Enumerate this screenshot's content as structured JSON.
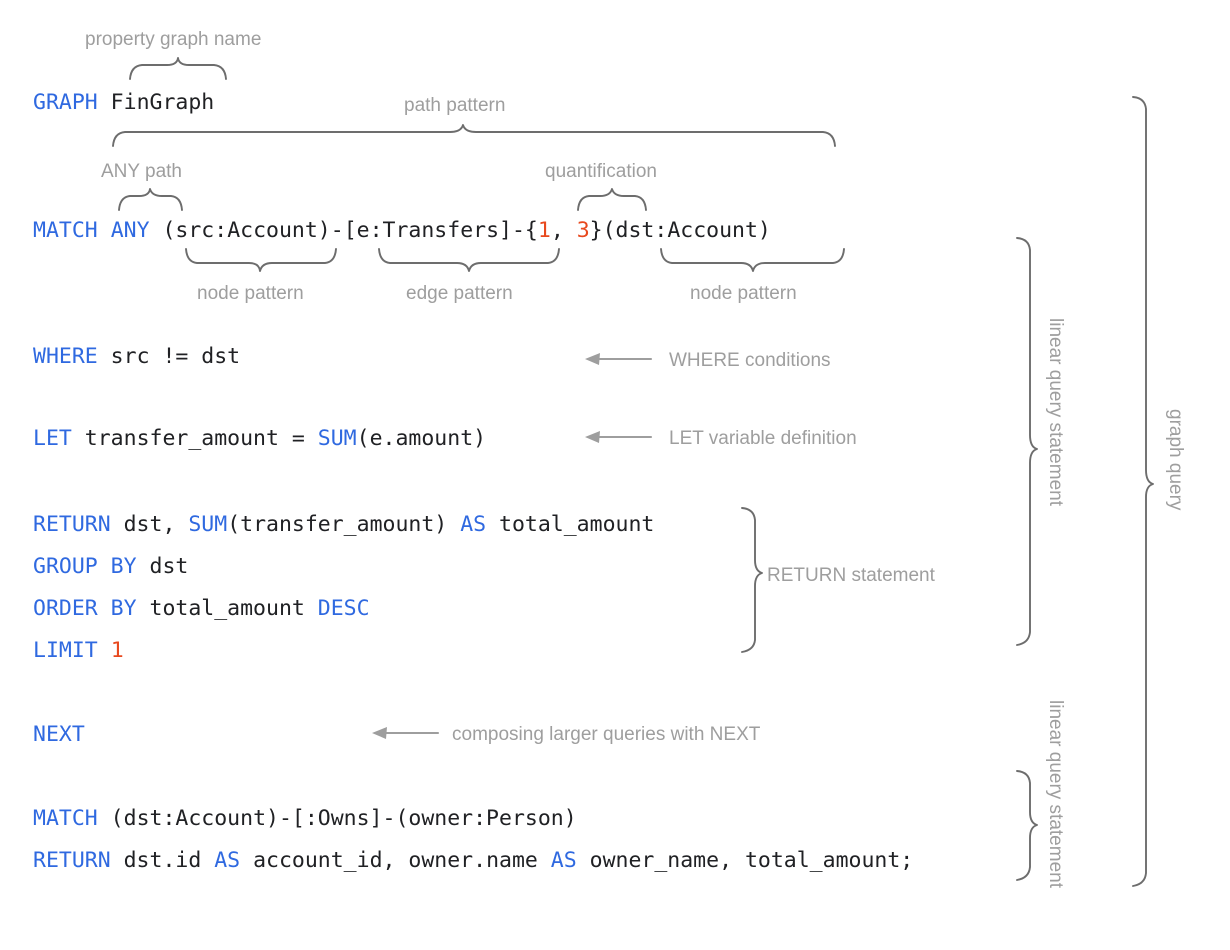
{
  "meta": {
    "background": "#ffffff",
    "keyword_color": "#2f69e0",
    "number_color": "#e8491e",
    "code_color": "#202124",
    "annotation_color": "#9e9e9e",
    "brace_color": "#6d6d6d"
  },
  "code_lines": [
    {
      "id": "line-graph",
      "tokens": [
        {
          "t": "GRAPH",
          "k": "kw"
        },
        {
          "t": " FinGraph",
          "k": "plain"
        }
      ]
    },
    {
      "id": "line-match-1",
      "tokens": [
        {
          "t": "MATCH",
          "k": "kw"
        },
        {
          "t": " ",
          "k": "plain"
        },
        {
          "t": "ANY",
          "k": "kw"
        },
        {
          "t": " (src:Account)-[e:Transfers]-{",
          "k": "plain"
        },
        {
          "t": "1",
          "k": "num"
        },
        {
          "t": ", ",
          "k": "plain"
        },
        {
          "t": "3",
          "k": "num"
        },
        {
          "t": "}(dst:Account)",
          "k": "plain"
        }
      ]
    },
    {
      "id": "line-where",
      "tokens": [
        {
          "t": "WHERE",
          "k": "kw"
        },
        {
          "t": " src != dst",
          "k": "plain"
        }
      ]
    },
    {
      "id": "line-let",
      "tokens": [
        {
          "t": "LET",
          "k": "kw"
        },
        {
          "t": " transfer_amount = ",
          "k": "plain"
        },
        {
          "t": "SUM",
          "k": "kw"
        },
        {
          "t": "(e.amount)",
          "k": "plain"
        }
      ]
    },
    {
      "id": "line-return-1",
      "tokens": [
        {
          "t": "RETURN",
          "k": "kw"
        },
        {
          "t": " dst, ",
          "k": "plain"
        },
        {
          "t": "SUM",
          "k": "kw"
        },
        {
          "t": "(transfer_amount) ",
          "k": "plain"
        },
        {
          "t": "AS",
          "k": "kw"
        },
        {
          "t": " total_amount",
          "k": "plain"
        }
      ]
    },
    {
      "id": "line-groupby",
      "tokens": [
        {
          "t": "GROUP BY",
          "k": "kw"
        },
        {
          "t": " dst",
          "k": "plain"
        }
      ]
    },
    {
      "id": "line-orderby",
      "tokens": [
        {
          "t": "ORDER BY",
          "k": "kw"
        },
        {
          "t": " total_amount ",
          "k": "plain"
        },
        {
          "t": "DESC",
          "k": "kw"
        }
      ]
    },
    {
      "id": "line-limit",
      "tokens": [
        {
          "t": "LIMIT",
          "k": "kw"
        },
        {
          "t": " ",
          "k": "plain"
        },
        {
          "t": "1",
          "k": "num"
        }
      ]
    },
    {
      "id": "line-next",
      "tokens": [
        {
          "t": "NEXT",
          "k": "kw"
        }
      ]
    },
    {
      "id": "line-match-2",
      "tokens": [
        {
          "t": "MATCH",
          "k": "kw"
        },
        {
          "t": " (dst:Account)-[:Owns]-(owner:Person)",
          "k": "plain"
        }
      ]
    },
    {
      "id": "line-return-2",
      "tokens": [
        {
          "t": "RETURN",
          "k": "kw"
        },
        {
          "t": " dst.id ",
          "k": "plain"
        },
        {
          "t": "AS",
          "k": "kw"
        },
        {
          "t": " account_id, owner.name ",
          "k": "plain"
        },
        {
          "t": "AS",
          "k": "kw"
        },
        {
          "t": " owner_name, total_amount;",
          "k": "plain"
        }
      ]
    }
  ],
  "annotations": {
    "property_graph_name": "property graph name",
    "path_pattern": "path pattern",
    "any_path": "ANY path",
    "quantification": "quantification",
    "node_pattern_left": "node pattern",
    "edge_pattern": "edge pattern",
    "node_pattern_right": "node pattern",
    "where_conditions": "WHERE conditions",
    "let_variable_definition": "LET variable definition",
    "return_statement": "RETURN statement",
    "composing_with_next": "composing larger queries with NEXT",
    "linear_query_statement_1": "linear query statement",
    "linear_query_statement_2": "linear query statement",
    "graph_query": "graph query"
  }
}
